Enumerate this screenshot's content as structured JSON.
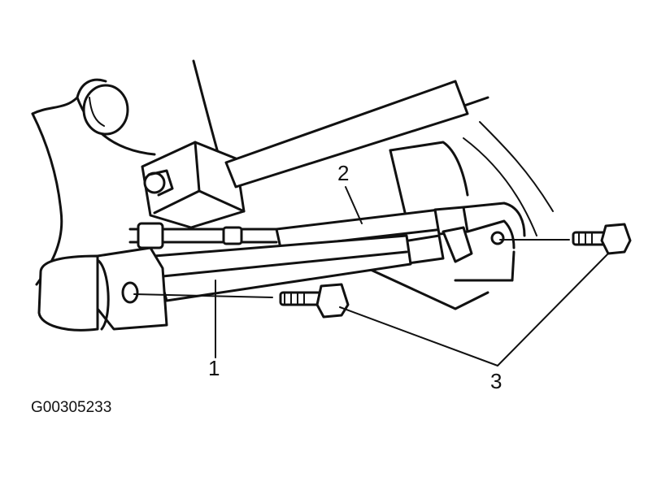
{
  "callouts": {
    "part_1": "1",
    "part_2": "2",
    "part_3": "3"
  },
  "figure_code": "G00305233",
  "colors": {
    "ink": "#111111",
    "background": "#ffffff"
  }
}
